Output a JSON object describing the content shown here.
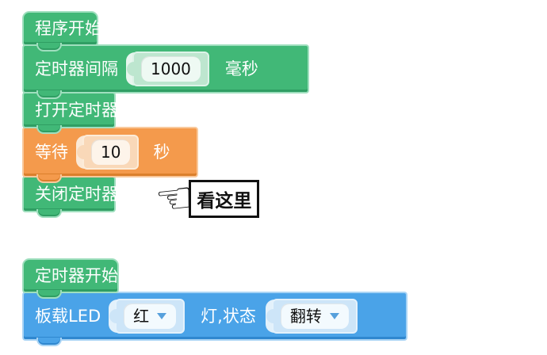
{
  "stack1": {
    "program_start": "程序开始",
    "timer_interval": {
      "label": "定时器间隔",
      "value": "1000",
      "unit": "毫秒"
    },
    "open_timer": "打开定时器",
    "wait": {
      "label": "等待",
      "value": "10",
      "unit": "秒"
    },
    "close_timer": "关闭定时器"
  },
  "annotation": {
    "label": "看这里"
  },
  "stack2": {
    "timer_start": "定时器开始",
    "onboard_led": {
      "label": "板载LED",
      "color_value": "红",
      "mid_label": "灯,状态",
      "state_value": "翻转"
    }
  },
  "icons": {
    "hand": "☜",
    "dropdown_arrow": "▼"
  },
  "colors": {
    "green": "#41b877",
    "orange": "#f49a4c",
    "blue": "#4aa3e8"
  }
}
